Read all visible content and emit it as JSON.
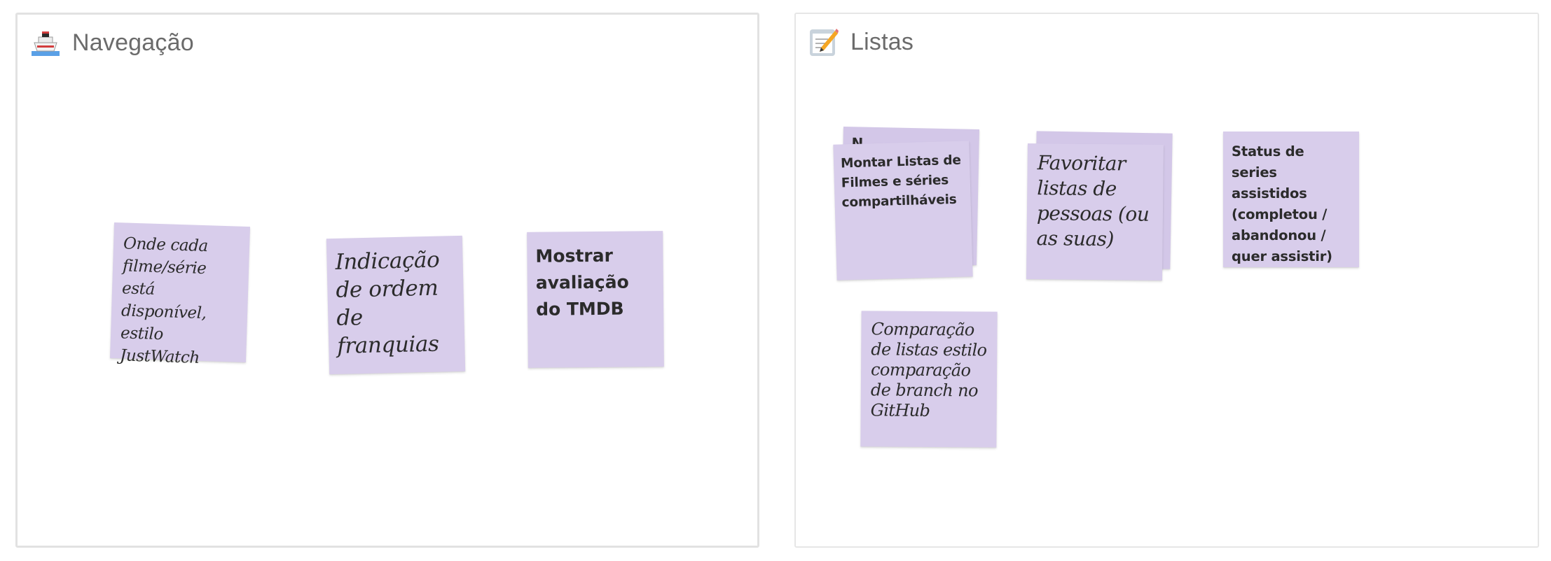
{
  "frames": [
    {
      "title": "Navegação",
      "icon": "ship-icon",
      "notes": [
        "Onde cada filme/série está disponível, estilo JustWatch",
        "Indicação de ordem de franquias",
        "Mostrar avaliação do TMDB"
      ]
    },
    {
      "title": "Listas",
      "icon": "memo-icon",
      "notes": [
        "Montar Listas de Filmes e séries compartilháveis",
        "Favoritar listas de pessoas (ou as suas)",
        "Status de series assistidos (completou / abandonou / quer assistir)",
        "Comparação de listas estilo comparação de branch no GitHub"
      ],
      "hidden_note_fragment": "N"
    }
  ],
  "colors": {
    "sticky": "#d8cdeb",
    "frame_border": "#e2e2e2",
    "title_text": "#6b6b6b",
    "note_text": "#2b2b2b"
  }
}
